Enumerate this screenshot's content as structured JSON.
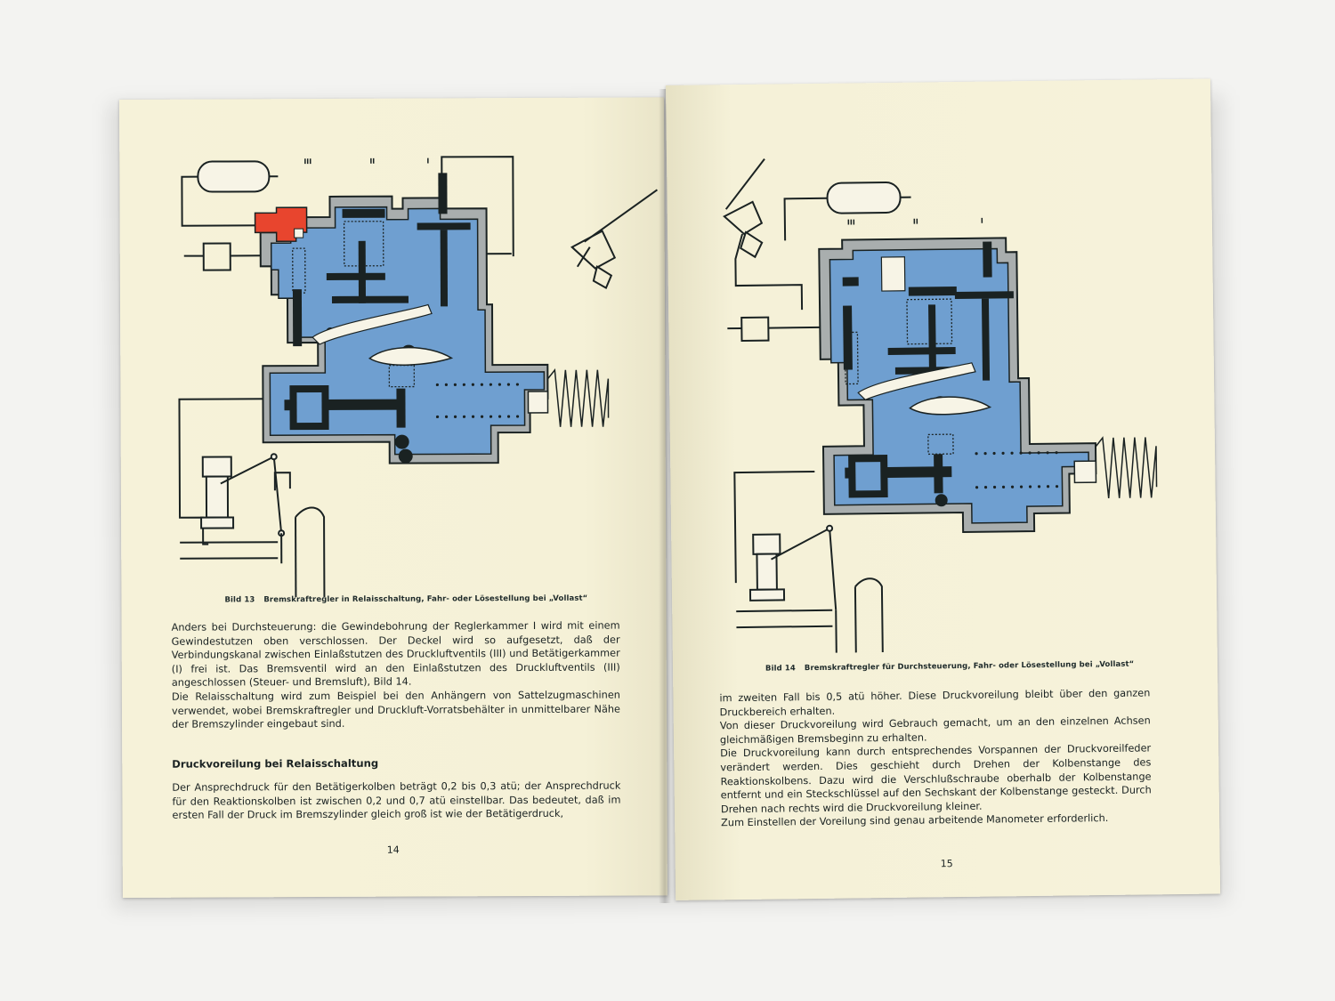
{
  "left_page": {
    "figure_labels": [
      "III",
      "II",
      "I"
    ],
    "caption_number": "Bild 13",
    "caption_text": "Bremskraftregler in Relaisschaltung, Fahr- oder Lösestellung bei „Vollast“",
    "paragraphs": [
      "Anders bei Durchsteuerung: die Gewindebohrung der Reglerkammer I wird mit einem Gewindestutzen oben verschlossen. Der Deckel wird so aufgesetzt, daß der Verbindungskanal zwischen Einlaßstutzen des Druckluftventils (III) und Betätigerkammer (I) frei ist. Das Bremsventil wird an den Einlaßstutzen des Druckluftventils (III) angeschlossen (Steuer- und Bremsluft), Bild 14.",
      "Die Relaisschaltung wird zum Beispiel bei den Anhängern von Sattelzugmaschinen verwendet, wobei Bremskraftregler und Druckluft-Vorratsbehälter in unmittelbarer Nähe der Bremszylinder eingebaut sind."
    ],
    "heading": "Druckvoreilung bei Relaisschaltung",
    "paragraph_after_heading": "Der Ansprechdruck für den Betätigerkolben beträgt 0,2 bis 0,3 atü; der Ansprechdruck für den Reaktionskolben ist zwischen 0,2 und 0,7 atü einstellbar. Das bedeutet, daß im ersten Fall der Druck im Bremszylinder gleich groß ist wie der Betätigerdruck,",
    "page_number": "14"
  },
  "right_page": {
    "figure_labels": [
      "III",
      "II",
      "I"
    ],
    "caption_number": "Bild 14",
    "caption_text": "Bremskraftregler für Durchsteuerung, Fahr- oder Lösestellung bei „Vollast“",
    "paragraphs": [
      "im zweiten Fall bis 0,5 atü höher. Diese Druckvoreilung bleibt über den ganzen Druckbereich erhalten.",
      "Von dieser Druckvoreilung wird Gebrauch gemacht, um an den einzelnen Achsen gleichmäßigen Bremsbeginn zu erhalten.",
      "Die Druckvoreilung kann durch entsprechendes Vorspannen der Druckvoreilfeder verändert werden. Dies geschieht durch Drehen der Kolbenstange des Reaktionskolbens. Dazu wird die Verschlußschraube oberhalb der Kolbenstange entfernt und ein Steckschlüssel auf den Sechskant der Kolbenstange gesteckt. Durch Drehen nach rechts wird die Druckvoreilung kleiner.",
      "Zum Einstellen der Voreilung sind genau arbeitende Manometer erforderlich."
    ],
    "page_number": "15"
  },
  "colors": {
    "paper": "#f5f1d8",
    "chamber_blue": "#6f9fd0",
    "housing_gray": "#a9aeae",
    "valve_red": "#e8452e",
    "ink": "#1a2222"
  }
}
